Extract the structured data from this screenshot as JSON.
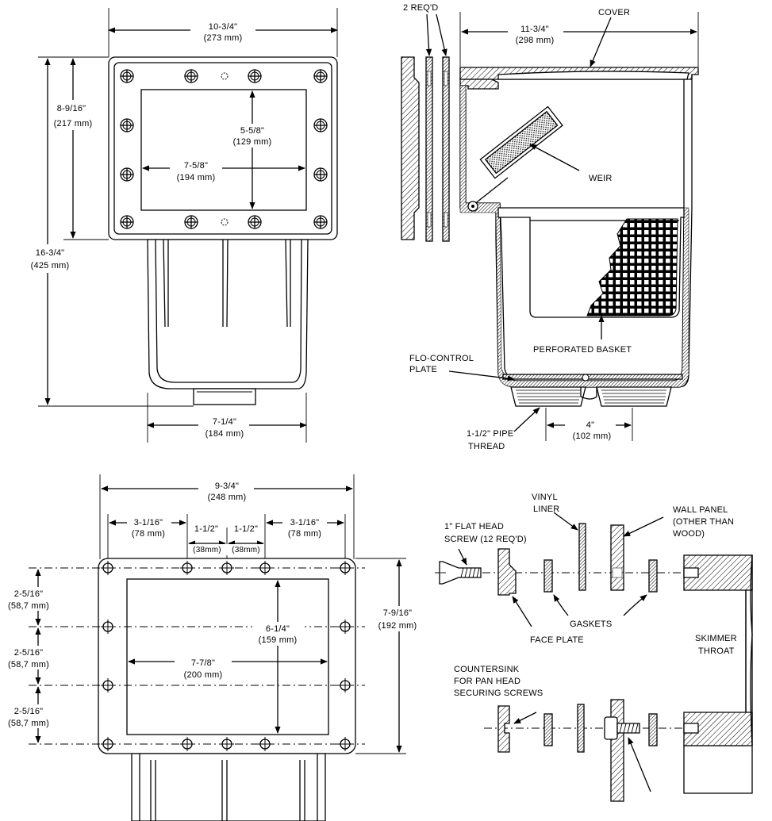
{
  "front_view": {
    "overall_width": "10-3/4\"",
    "overall_width_mm": "(273 mm)",
    "flange_height": "8-9/16\"",
    "flange_height_mm": "(217 mm)",
    "overall_height": "16-3/4\"",
    "overall_height_mm": "(425 mm)",
    "opening_height": "5-5/8\"",
    "opening_height_mm": "(129 mm)",
    "opening_width": "7-5/8\"",
    "opening_width_mm": "(194 mm)",
    "body_width": "7-1/4\"",
    "body_width_mm": "(184 mm)"
  },
  "side_view": {
    "req_label": "2 REQ'D",
    "width": "11-3/4\"",
    "width_mm": "(298 mm)",
    "cover_label": "COVER",
    "weir_label": "WEIR",
    "basket_label": "PERFORATED BASKET",
    "flo_control_line1": "FLO-CONTROL",
    "flo_control_line2": "PLATE",
    "pipe_thread_line1": "1-1/2\" PIPE",
    "pipe_thread_line2": "THREAD",
    "port_spacing": "4\"",
    "port_spacing_mm": "(102 mm)"
  },
  "faceplate_view": {
    "width": "9-3/4\"",
    "width_mm": "(248 mm)",
    "hole_spacing_outer": "3-1/16\"",
    "hole_spacing_outer_mm": "(78 mm)",
    "hole_spacing_inner": "1-1/2\"",
    "hole_spacing_inner_mm": "(38mm)",
    "vertical_spacing": "2-5/16\"",
    "vertical_spacing_mm": "(58,7 mm)",
    "opening_height": "6-1/4\"",
    "opening_height_mm": "(159 mm)",
    "opening_width": "7-7/8\"",
    "opening_width_mm": "(200 mm)",
    "overall_height": "7-9/16\"",
    "overall_height_mm": "(192 mm)"
  },
  "assembly_view": {
    "vinyl_liner_line1": "VINYL",
    "vinyl_liner_line2": "LINER",
    "wall_panel_line1": "WALL PANEL",
    "wall_panel_line2": "(OTHER THAN",
    "wall_panel_line3": "WOOD)",
    "screw_line1": "1\" FLAT HEAD",
    "screw_line2": "SCREW (12 REQ'D)",
    "gaskets_label": "GASKETS",
    "face_plate_label": "FACE PLATE",
    "skimmer_throat_line1": "SKIMMER",
    "skimmer_throat_line2": "THROAT",
    "countersink_line1": "COUNTERSINK",
    "countersink_line2": "FOR PAN HEAD",
    "countersink_line3": "SECURING SCREWS"
  }
}
